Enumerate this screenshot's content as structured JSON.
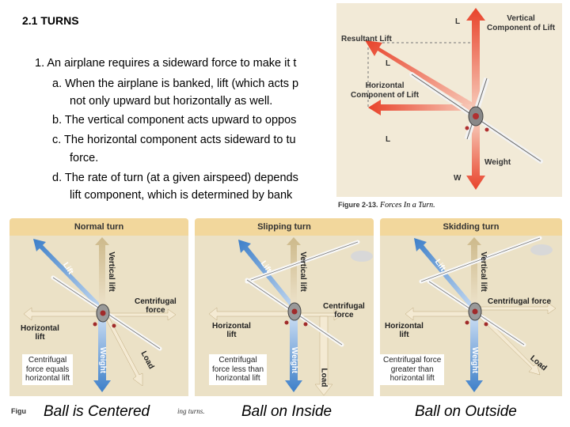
{
  "slide": {
    "title": "2.1  TURNS",
    "items": [
      {
        "text": "1. An airplane requires a sideward force to make it t"
      },
      {
        "text": "a. When the airplane is banked, lift (which acts p"
      },
      {
        "text": "not only upward but horizontally as well."
      },
      {
        "text": "b. The vertical component acts upward to oppos"
      },
      {
        "text": "c. The horizontal component acts sideward to tu"
      },
      {
        "text": "force."
      },
      {
        "text": "d. The rate of turn (at a given airspeed) depends"
      },
      {
        "text": "lift component, which is determined by bank"
      }
    ]
  },
  "figure_top": {
    "labels": {
      "vertical_component": "Vertical\nComponent of Lift",
      "resultant_lift": "Resultant Lift",
      "horizontal_component": "Horizontal\nComponent of Lift",
      "weight": "Weight",
      "l1": "L",
      "l2": "L",
      "l3": "L",
      "w": "W"
    },
    "caption_number": "Figure 2-13.",
    "caption_title": "Forces In a Turn."
  },
  "figure_bottom": {
    "panels": [
      {
        "title": "Normal turn",
        "lift": "Lift",
        "vertical_lift": "Vertical lift",
        "centrifugal": "Centrifugal\nforce",
        "horizontal_lift": "Horizontal\nlift",
        "weight": "Weight",
        "load": "Load",
        "box": "Centrifugal\nforce equals\nhorizontal lift"
      },
      {
        "title": "Slipping turn",
        "lift": "Lift",
        "vertical_lift": "Vertical lift",
        "centrifugal": "Centrifugal\nforce",
        "horizontal_lift": "Horizontal\nlift",
        "weight": "Weight",
        "load": "Load",
        "box": "Centrifugal\nforce less than\nhorizontal lift"
      },
      {
        "title": "Skidding turn",
        "lift": "Lift",
        "vertical_lift": "Vertical lift",
        "centrifugal": "Centrifugal force",
        "horizontal_lift": "Horizontal\nlift",
        "weight": "Weight",
        "load": "Load",
        "box": "Centrifugal force\ngreater than\nhorizontal lift"
      }
    ],
    "caption_fragment_left": "Figu",
    "caption_fragment_mid": "ing turns."
  },
  "ball_labels": [
    "Ball is Centered",
    "Ball on Inside",
    "Ball on Outside"
  ]
}
